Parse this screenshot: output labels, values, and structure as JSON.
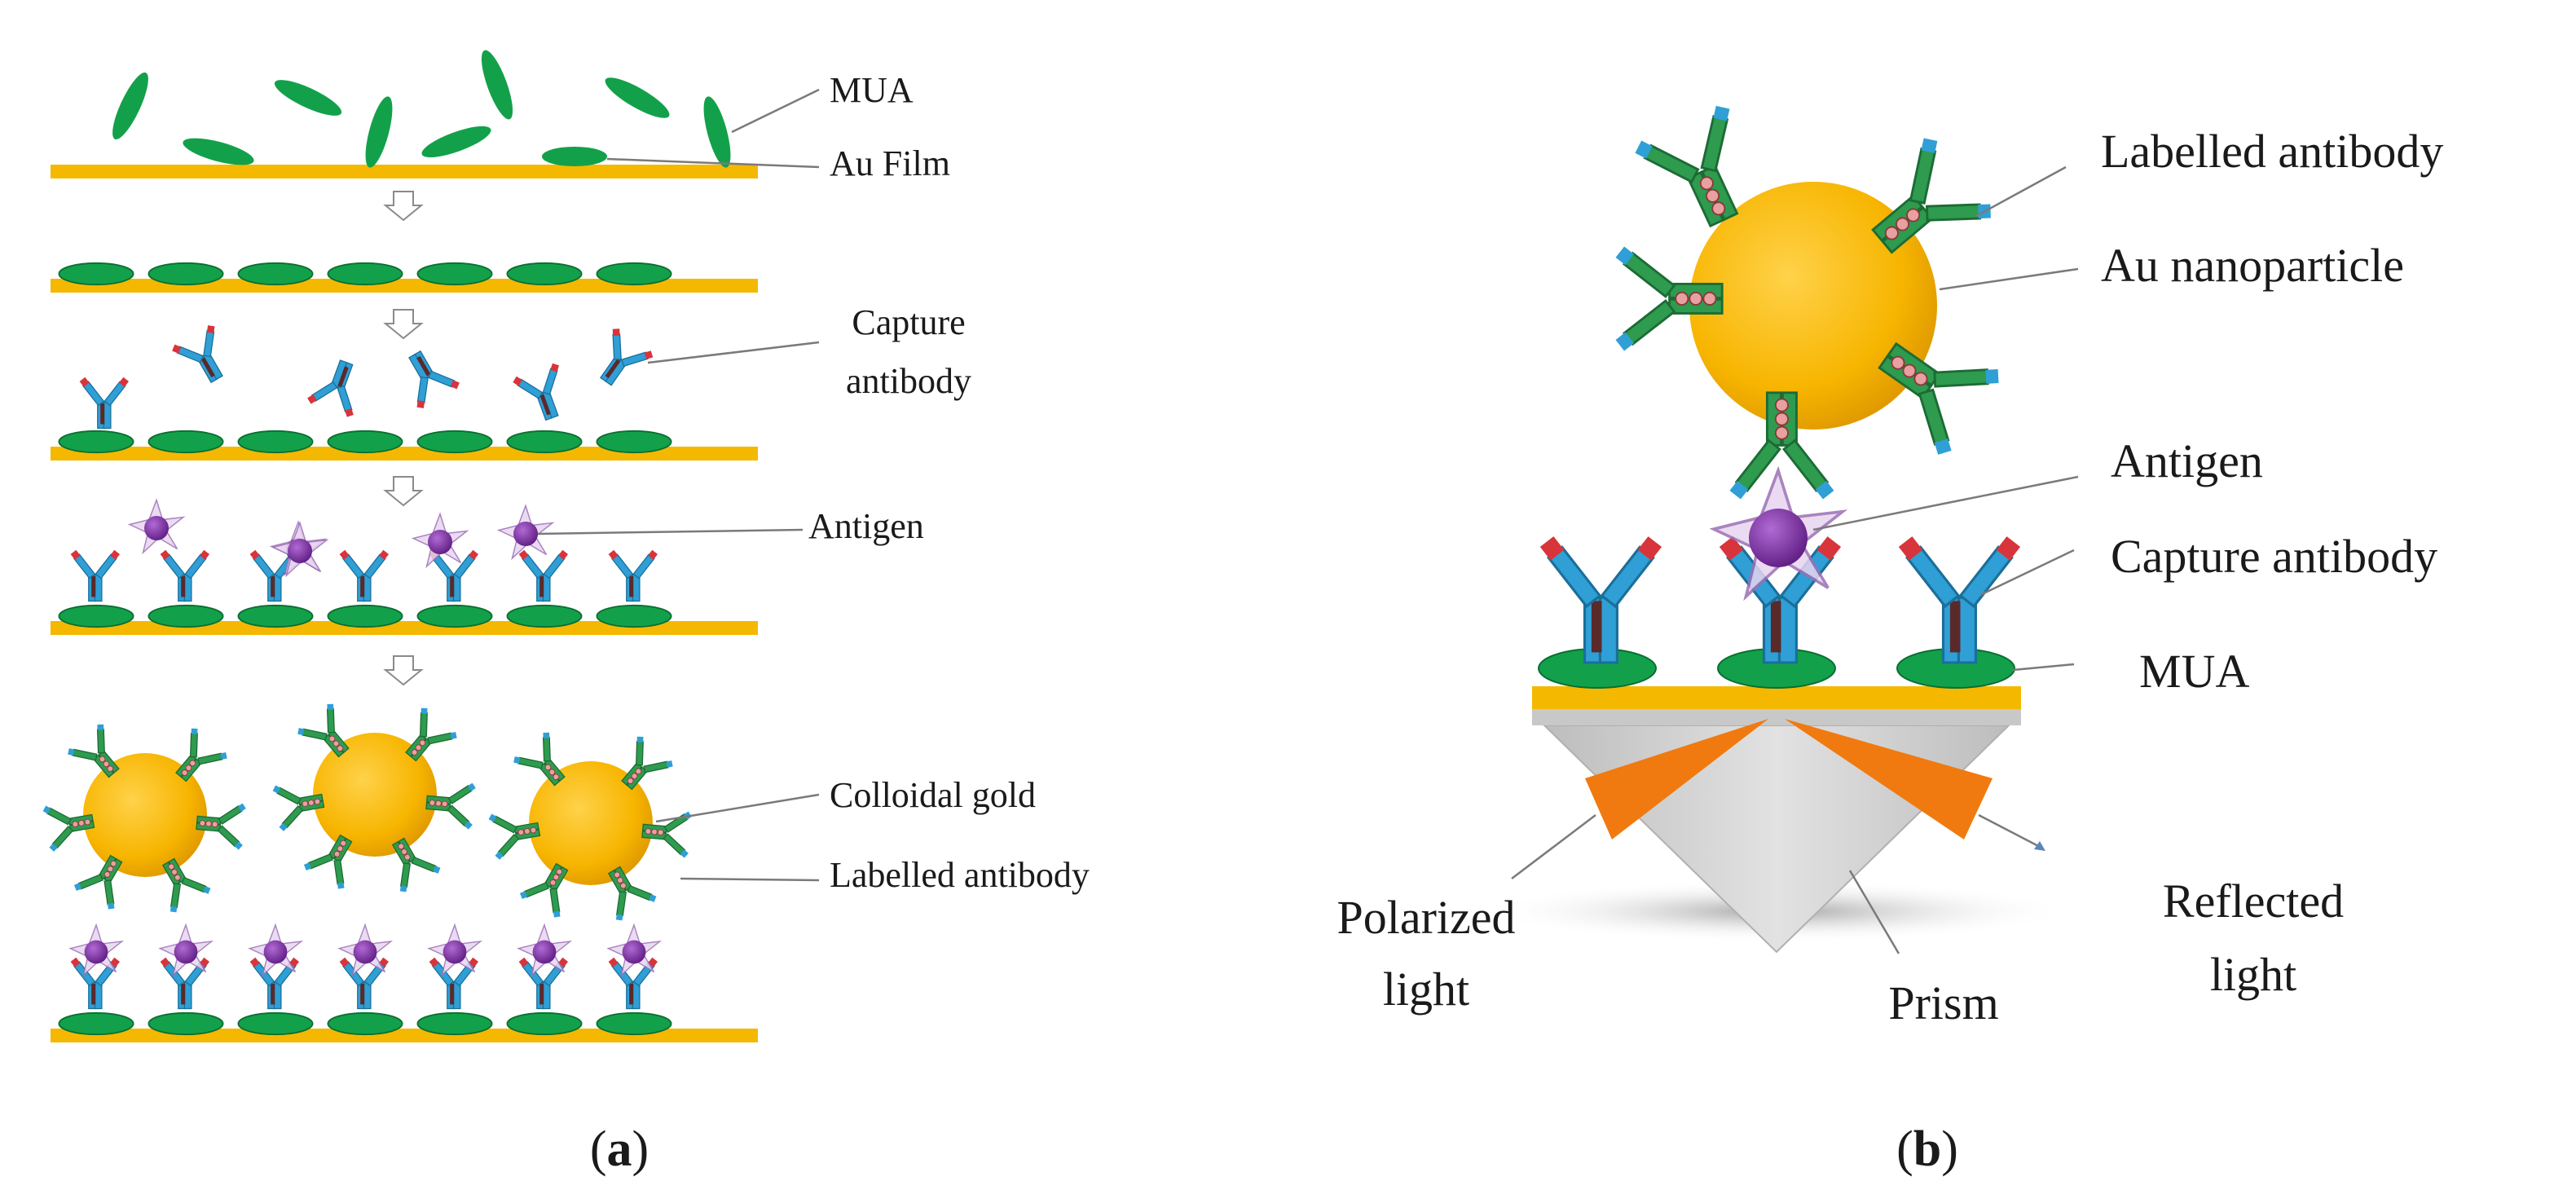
{
  "panel_a": {
    "label_prefix": "(",
    "label_letter": "a",
    "label_suffix": ")",
    "labels": {
      "mua": "MUA",
      "au_film": "Au Film",
      "capture_line1": "Capture",
      "capture_line2": "antibody",
      "antigen": "Antigen",
      "colloidal_gold": "Colloidal gold",
      "labelled_antibody": "Labelled antibody"
    }
  },
  "panel_b": {
    "label_prefix": "(",
    "label_letter": "b",
    "label_suffix": ")",
    "labels": {
      "labelled_antibody": "Labelled antibody",
      "au_nanoparticle": "Au nanoparticle",
      "antigen": "Antigen",
      "capture_antibody": "Capture antibody",
      "mua": "MUA",
      "polarized_line1": "Polarized",
      "polarized_line2": "light",
      "prism": "Prism",
      "reflected_line1": "Reflected",
      "reflected_line2": "light"
    }
  },
  "colors": {
    "gold_film": "#f5b800",
    "mua_green": "#12a14a",
    "antibody_blue": "#2f9fd6",
    "antibody_green": "#2e9b4f",
    "antigen_purple": "#7a2a9e",
    "light_orange": "#f07a10",
    "prism_grey": "#d9d9d9"
  }
}
